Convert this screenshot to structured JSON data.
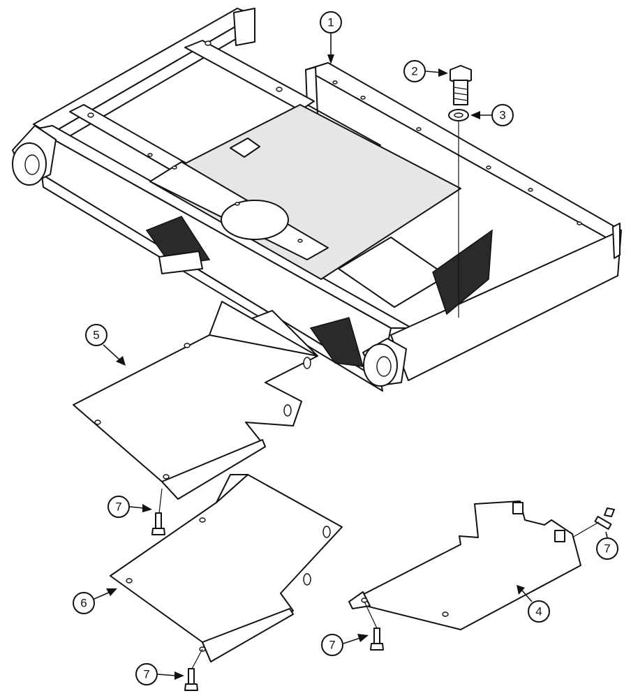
{
  "callouts": [
    {
      "id": "c1",
      "label": "1"
    },
    {
      "id": "c2",
      "label": "2"
    },
    {
      "id": "c3",
      "label": "3"
    },
    {
      "id": "c4",
      "label": "4"
    },
    {
      "id": "c5",
      "label": "5"
    },
    {
      "id": "c6",
      "label": "6"
    },
    {
      "id": "c7a",
      "label": "7"
    },
    {
      "id": "c7b",
      "label": "7"
    },
    {
      "id": "c7c",
      "label": "7"
    },
    {
      "id": "c7d",
      "label": "7"
    }
  ]
}
